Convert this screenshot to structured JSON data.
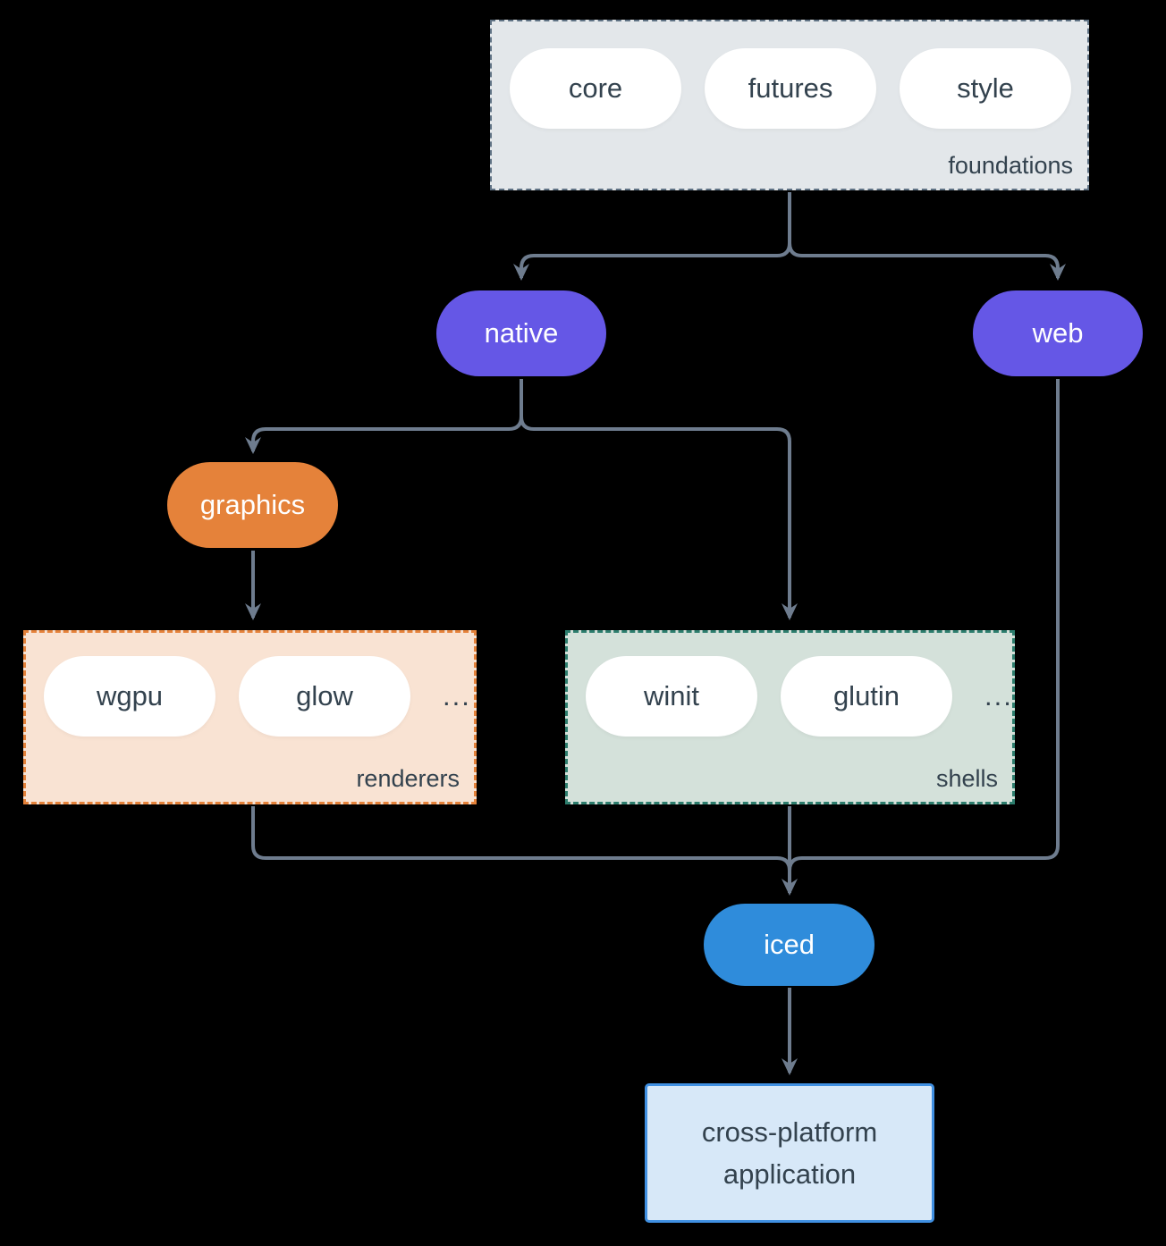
{
  "colors": {
    "background": "#000000",
    "arrow": "#6e7c8e",
    "purple": "#6557e6",
    "orange": "#e5823a",
    "blue": "#2f8cdb",
    "pill_bg": "#ffffff",
    "text_dark": "#33424e",
    "foundations_bg": "#e3e7ea",
    "foundations_border": "#5f7284",
    "renderers_bg": "#f9e3d3",
    "renderers_border": "#e5823a",
    "shells_bg": "#d4e1da",
    "shells_border": "#2c7d6d",
    "app_bg": "#d7e8f8",
    "app_border": "#4090e2"
  },
  "foundations": {
    "label": "foundations",
    "items": [
      "core",
      "futures",
      "style"
    ]
  },
  "native": {
    "label": "native"
  },
  "web": {
    "label": "web"
  },
  "graphics": {
    "label": "graphics"
  },
  "renderers": {
    "label": "renderers",
    "items": [
      "wgpu",
      "glow"
    ],
    "more": "..."
  },
  "shells": {
    "label": "shells",
    "items": [
      "winit",
      "glutin"
    ],
    "more": "..."
  },
  "iced": {
    "label": "iced"
  },
  "application": {
    "line1": "cross-platform",
    "line2": "application"
  }
}
